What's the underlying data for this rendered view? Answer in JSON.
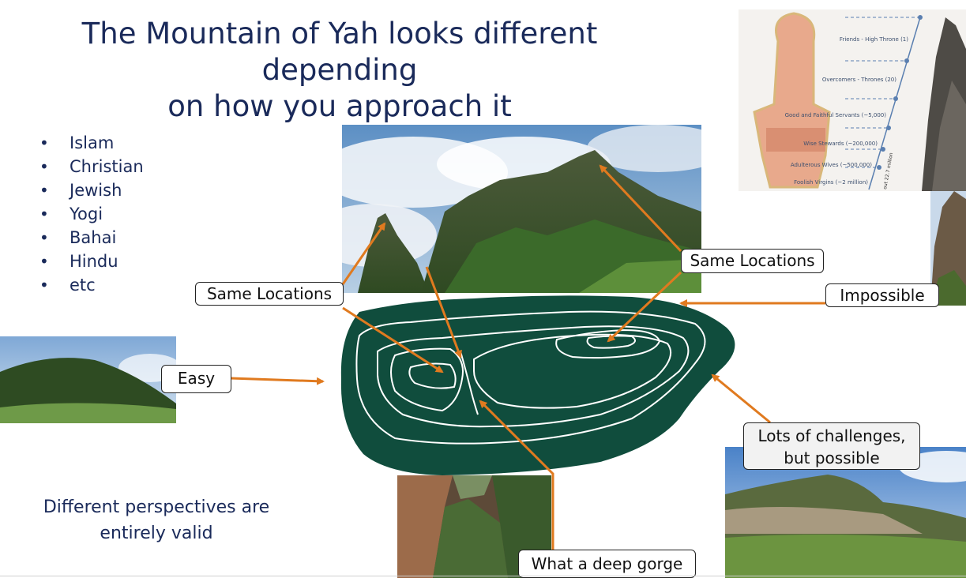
{
  "title": {
    "line1": "The Mountain of Yah looks different depending",
    "line2": "on how you approach it"
  },
  "bullets": [
    "Islam",
    "Christian",
    "Jewish",
    "Yogi",
    "Bahai",
    "Hindu",
    "etc"
  ],
  "perspective_text": {
    "line1": "Different perspectives are",
    "line2": "entirely valid"
  },
  "callouts": {
    "same_locations_left": "Same Locations",
    "same_locations_right": "Same Locations",
    "impossible": "Impossible",
    "easy": "Easy",
    "challenges_line1": "Lots of challenges,",
    "challenges_line2": "but possible",
    "gorge": "What a deep gorge"
  },
  "throne_chart": {
    "levels": [
      "Friends - High Throne (1)",
      "Overcomers - Thrones (20)",
      "Good and Faithful Servants (~5,000)",
      "Wise Stewards (~200,000)",
      "Adulterous Wives (~500,000)",
      "Foolish Virgins (~2 million)"
    ],
    "axis_label": "out 22.7 million"
  },
  "colors": {
    "title": "#1a2a5a",
    "arrow": "#e07a1f",
    "topo_fill": "#104d3d",
    "topo_line": "#ffffff"
  }
}
